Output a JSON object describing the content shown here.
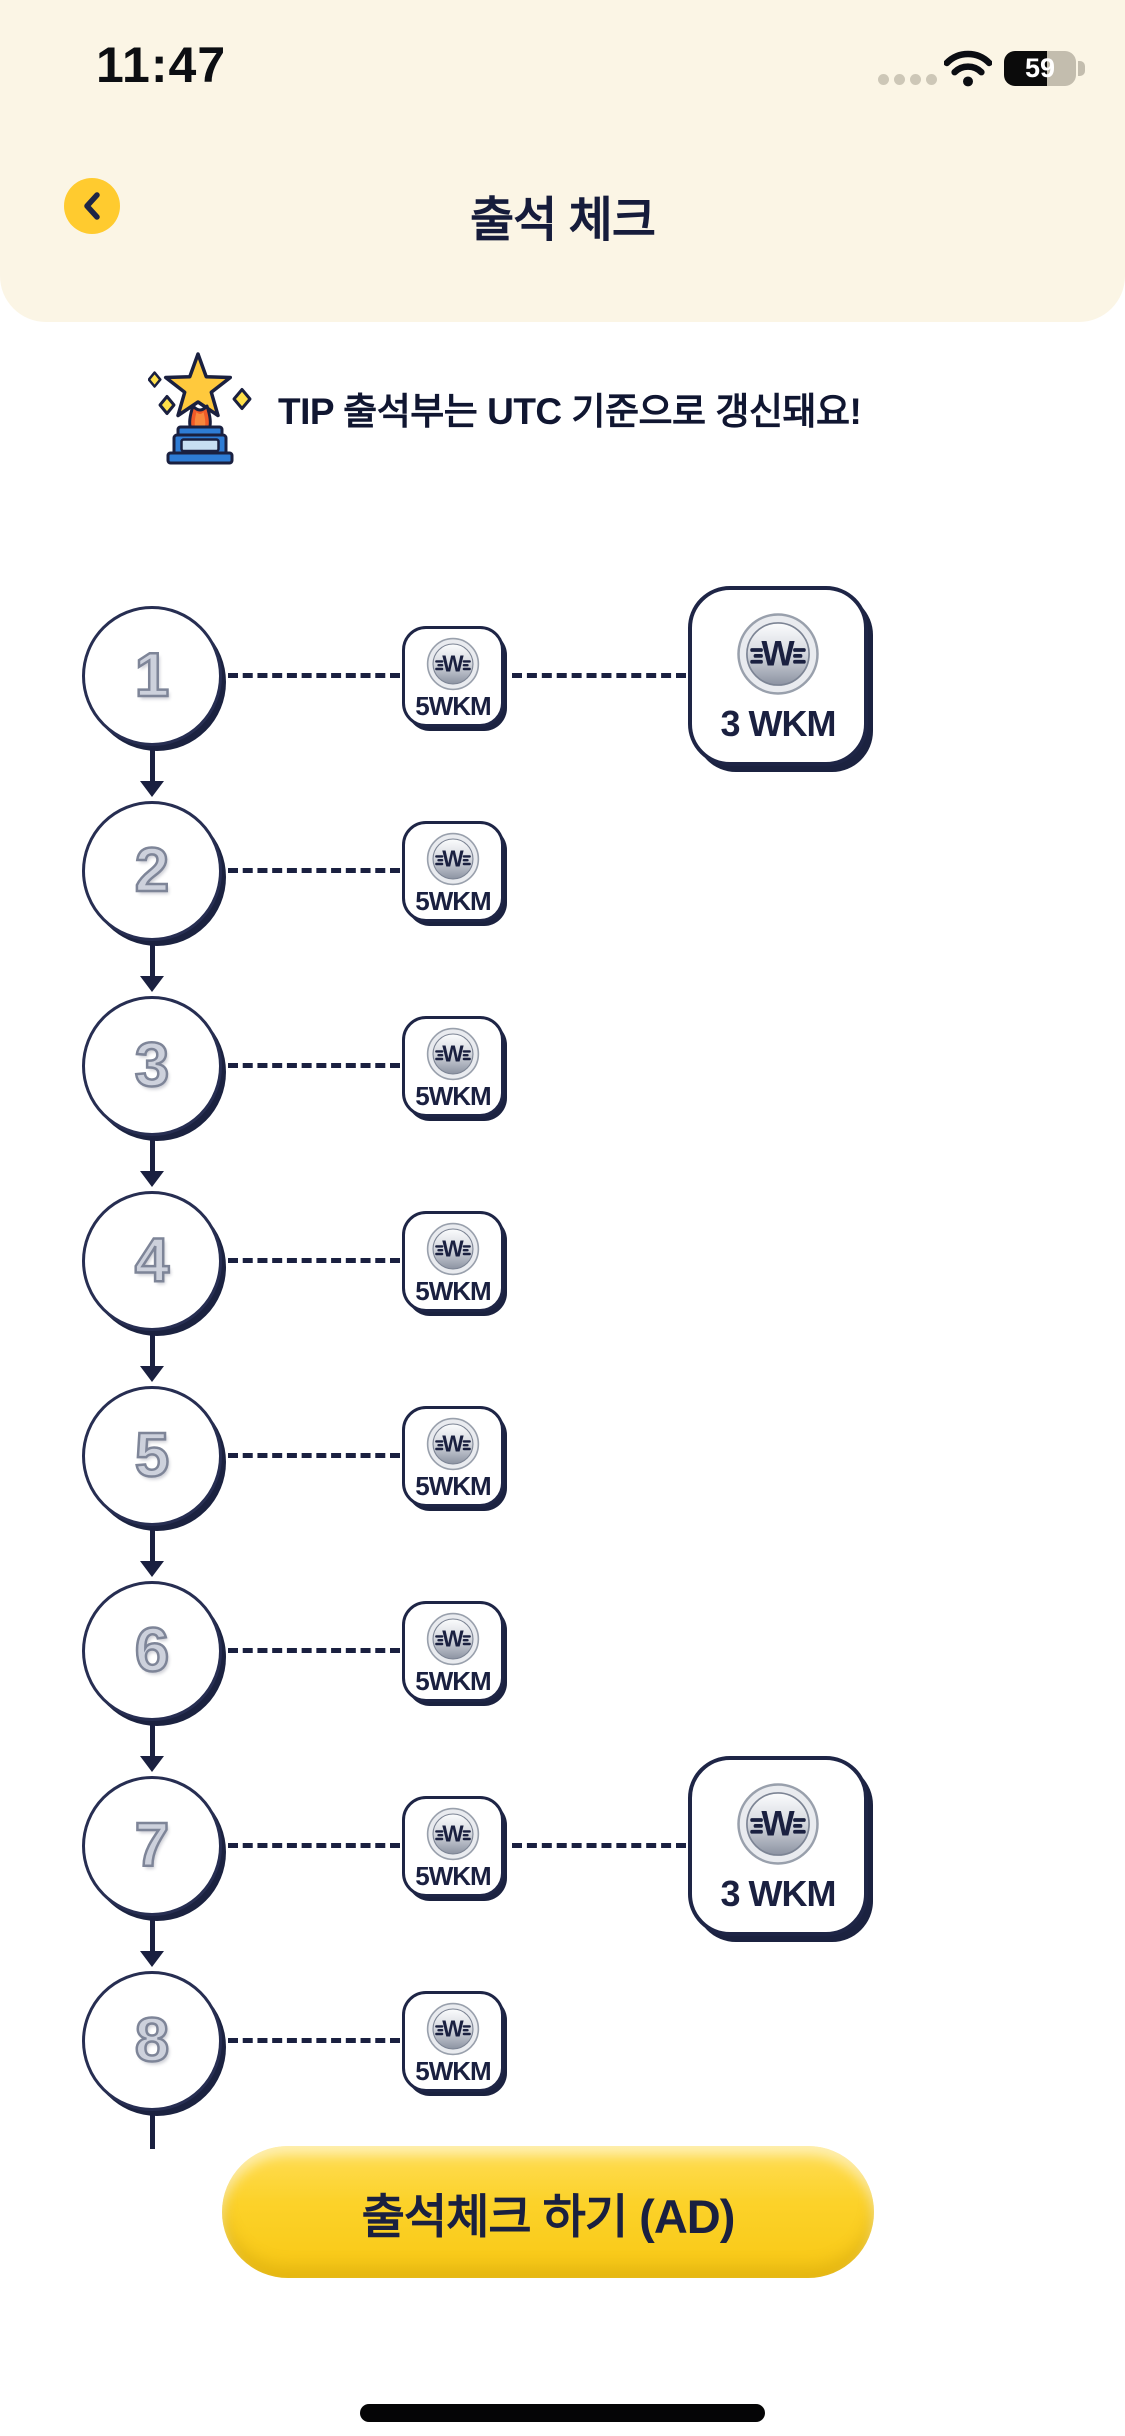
{
  "status_bar": {
    "time": "11:47",
    "battery_percent": "59"
  },
  "header": {
    "title": "출석 체크"
  },
  "tip": {
    "text": "TIP 출석부는 UTC 기준으로 갱신돼요!"
  },
  "coin_letter": "W",
  "days": [
    {
      "day": "1",
      "reward": "5WKM",
      "bonus": "3 WKM"
    },
    {
      "day": "2",
      "reward": "5WKM"
    },
    {
      "day": "3",
      "reward": "5WKM"
    },
    {
      "day": "4",
      "reward": "5WKM"
    },
    {
      "day": "5",
      "reward": "5WKM"
    },
    {
      "day": "6",
      "reward": "5WKM"
    },
    {
      "day": "7",
      "reward": "5WKM",
      "bonus": "3 WKM"
    },
    {
      "day": "8",
      "reward": "5WKM"
    }
  ],
  "footer": {
    "cta_label": "출석체크 하기 (AD)"
  },
  "colors": {
    "cream_header": "#FBF5E5",
    "accent_yellow": "#FFCB2F",
    "button_yellow": "#FBD023",
    "navy": "#1A2040",
    "coin_silver": "#D9DCE2"
  }
}
